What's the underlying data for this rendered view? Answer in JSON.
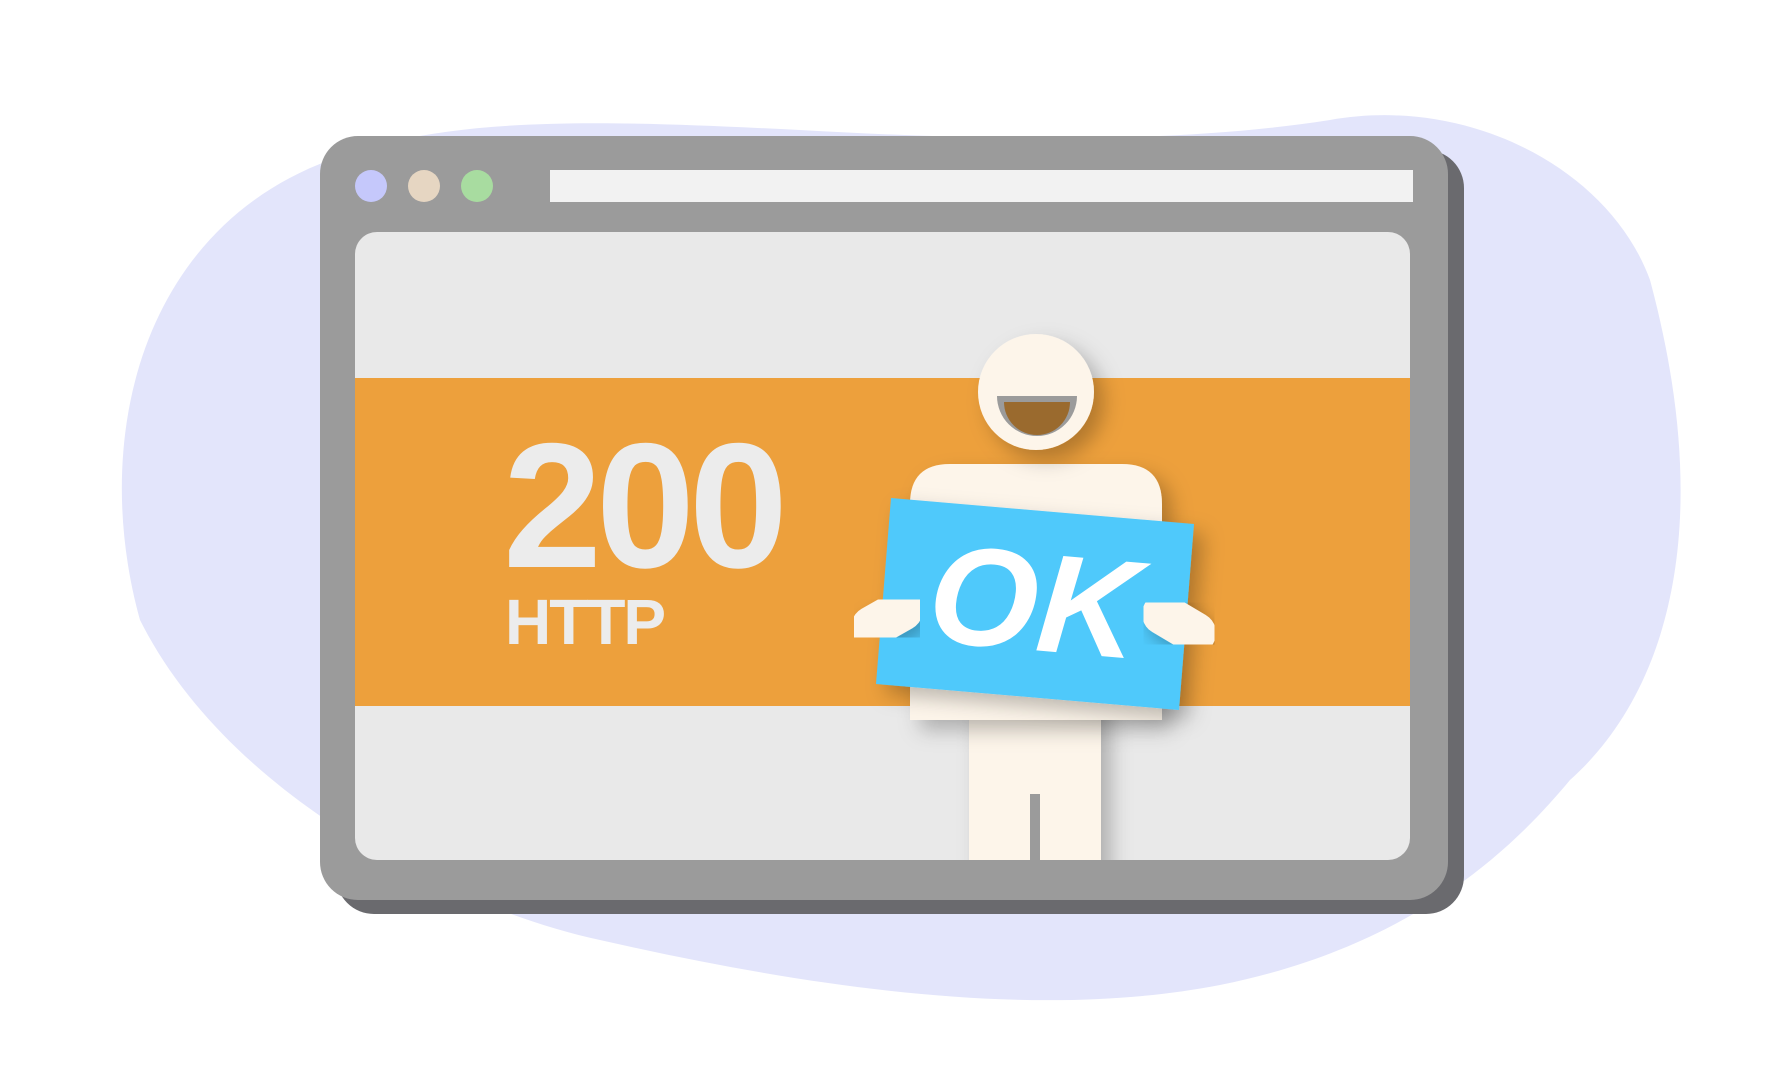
{
  "illustration": {
    "status_code": "200",
    "protocol": "HTTP",
    "sign_text": "OK"
  },
  "window": {
    "controls": [
      {
        "name": "close",
        "color": "#c5c8fb"
      },
      {
        "name": "minimize",
        "color": "#e6d6c2"
      },
      {
        "name": "maximize",
        "color": "#a8dca0"
      }
    ],
    "address_bar_value": ""
  },
  "colors": {
    "background_blob": "#e3e5fb",
    "window_frame": "#9b9b9b",
    "window_shadow": "#6a6a6e",
    "content_panel": "#e9e9e9",
    "address_bar": "#f2f2f2",
    "banner": "#eda03c",
    "status_text": "#ececec",
    "figure_body": "#fdf5ea",
    "sign": "#4fc9fb",
    "sign_text": "#ffffff",
    "mouth": "#9a6a2e"
  }
}
